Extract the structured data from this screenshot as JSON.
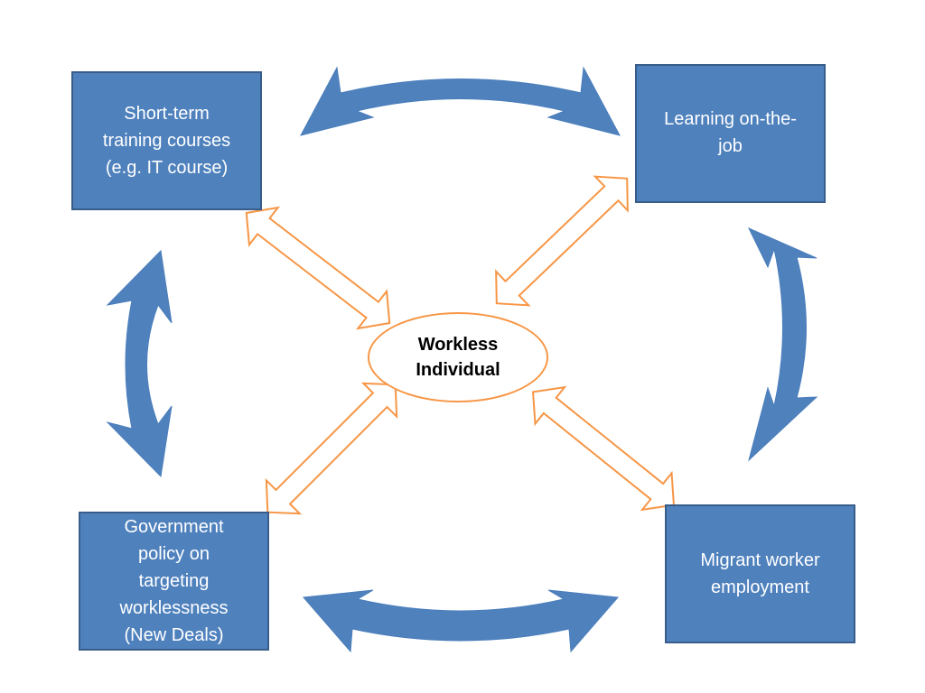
{
  "diagram": {
    "center": "Workless\nIndividual",
    "nodes": {
      "top_left": "Short-term\ntraining courses\n(e.g. IT course)",
      "top_right": "Learning on-the-\njob",
      "bottom_left": "Government\npolicy on\ntargeting\nworklessness\n(New Deals)",
      "bottom_right": "Migrant worker\nemployment"
    },
    "colors": {
      "box_fill": "#4f81bd",
      "box_border": "#385d8a",
      "outline_arrow": "#f79646",
      "curved_arrow": "#4f81bd"
    }
  }
}
